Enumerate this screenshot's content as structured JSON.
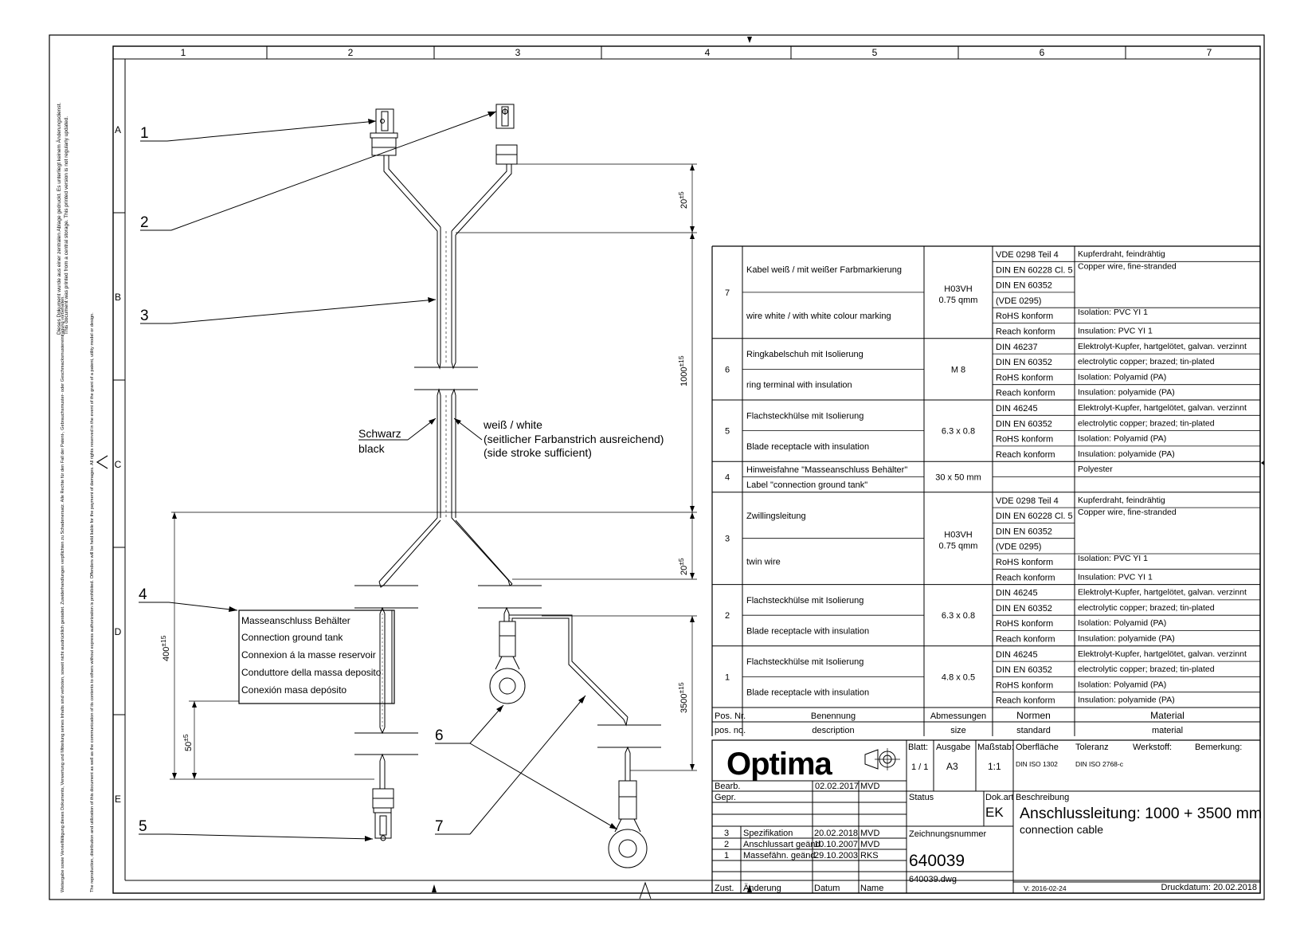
{
  "grid": {
    "columns": [
      "1",
      "2",
      "3",
      "4",
      "5",
      "6",
      "7"
    ],
    "rows": [
      "A",
      "B",
      "C",
      "D",
      "E"
    ]
  },
  "side_note": {
    "de_1": "Dieses Dokument wurde aus einer zentralen Ablage gedruckt. Es unterliegt keinem Änderungsdienst.",
    "en_1": "This document was printed from a central storage. This printed version is not regularly updated.",
    "de_2": "Weitergabe sowie Vervielfältigung dieses Dokuments, Verwertung und Mitteilung seines Inhalts sind verboten, soweit nicht ausdrücklich gestattet. Zuwiderhandlungen verpflichten zu Schadenersatz. Alle Rechte für den Fall der Patent-, Gebrauchsmuster- oder Geschmacksmustereintragung vorbehalten.",
    "en_2": "The reproduction, distribution and utilization of this document as well as the communication of its contents to others without express authorization is prohibited. Offenders will be held liable for the payment of damages. All rights reserved in the event of the grant of a patent, utility model or design."
  },
  "drawing": {
    "callouts": [
      "1",
      "2",
      "3",
      "4",
      "5",
      "6",
      "7"
    ],
    "dims": {
      "d1_main": "20",
      "d1_tol": "±5",
      "d2_main": "1000",
      "d2_tol": "±15",
      "d3_main": "20",
      "d3_tol": "±5",
      "d4_main": "400",
      "d4_tol": "±15",
      "d5_main": "50",
      "d5_tol": "±5",
      "d6_main": "3500",
      "d6_tol": "±15"
    },
    "black_de": "Schwarz",
    "black_en": "black",
    "white_1": "weiß / white",
    "white_2": "(seitlicher Farbanstrich ausreichend)",
    "white_3": "(side stroke sufficient)",
    "label_lines": [
      "Masseanschluss Behälter",
      "Connection ground tank",
      "Connexion á la masse reservoir",
      "Conduttore della massa deposito",
      "Conexión masa depósito"
    ]
  },
  "bom": [
    {
      "pos": "7",
      "desc_de": "Kabel weiß / mit weißer Farbmarkierung",
      "desc_en": "wire white / with white colour marking",
      "size": "H03VH 0.75 qmm",
      "norms": [
        "VDE 0298 Teil 4",
        "DIN EN 60228 Cl. 5",
        "DIN EN 60352",
        "(VDE 0295)",
        "RoHS konform",
        "Reach konform"
      ],
      "mats": [
        "Kupferdraht, feindrähtig",
        "Copper wire, fine-stranded",
        "",
        "",
        "Isolation: PVC YI 1",
        "Insulation:  PVC YI 1"
      ]
    },
    {
      "pos": "6",
      "desc_de": "Ringkabelschuh mit Isolierung",
      "desc_en": "ring terminal with insulation",
      "size": "M 8",
      "norms": [
        "DIN 46237",
        "DIN EN 60352",
        "RoHS konform",
        "Reach konform"
      ],
      "mats": [
        "Elektrolyt-Kupfer, hartgelötet, galvan. verzinnt",
        "electrolytic copper; brazed; tin-plated",
        "Isolation: Polyamid (PA)",
        "Insulation: polyamide (PA)"
      ]
    },
    {
      "pos": "5",
      "desc_de": "Flachsteckhülse mit Isolierung",
      "desc_en": "Blade receptacle with insulation",
      "size": "6.3 x 0.8",
      "norms": [
        "DIN 46245",
        "DIN EN 60352",
        "RoHS konform",
        "Reach konform"
      ],
      "mats": [
        "Elektrolyt-Kupfer, hartgelötet, galvan. verzinnt",
        "electrolytic copper; brazed; tin-plated",
        "Isolation: Polyamid (PA)",
        "Insulation: polyamide (PA)"
      ]
    },
    {
      "pos": "4",
      "desc_de": "Hinweisfahne \"Masseanschluss Behälter\"",
      "desc_en": "Label \"connection ground tank\"",
      "size": "30 x 50 mm",
      "norms": [],
      "mats": [
        "Polyester"
      ]
    },
    {
      "pos": "3",
      "desc_de": "Zwillingsleitung",
      "desc_en": "twin wire",
      "size": "H03VH 0.75 qmm",
      "norms": [
        "VDE 0298 Teil 4",
        "DIN EN 60228 Cl. 5",
        "DIN EN 60352",
        "(VDE 0295)",
        "RoHS konform",
        "Reach konform"
      ],
      "mats": [
        "Kupferdraht, feindrähtig",
        "Copper wire, fine-stranded",
        "",
        "",
        "Isolation: PVC YI 1",
        "Insulation:  PVC YI 1"
      ]
    },
    {
      "pos": "2",
      "desc_de": "Flachsteckhülse mit Isolierung",
      "desc_en": "Blade receptacle with insulation",
      "size": "6.3 x 0.8",
      "norms": [
        "DIN 46245",
        "DIN EN 60352",
        "RoHS konform",
        "Reach konform"
      ],
      "mats": [
        "Elektrolyt-Kupfer, hartgelötet, galvan. verzinnt",
        "electrolytic copper; brazed; tin-plated",
        "Isolation: Polyamid (PA)",
        "Insulation: polyamide (PA)"
      ]
    },
    {
      "pos": "1",
      "desc_de": "Flachsteckhülse mit Isolierung",
      "desc_en": "Blade receptacle with insulation",
      "size": "4.8 x 0.5",
      "norms": [
        "DIN 46245",
        "DIN EN 60352",
        "RoHS konform",
        "Reach konform"
      ],
      "mats": [
        "Elektrolyt-Kupfer, hartgelötet, galvan. verzinnt",
        "electrolytic copper; brazed; tin-plated",
        "Isolation: Polyamid (PA)",
        "Insulation: polyamide (PA)"
      ]
    }
  ],
  "bom_header": {
    "pos_de": "Pos. Nr.",
    "pos_en": "pos. no.",
    "desc_de": "Benennung",
    "desc_en": "description",
    "size_de": "Abmessungen",
    "size_en": "size",
    "norm_de": "Normen",
    "norm_en": "standard",
    "mat_de": "Material",
    "mat_en": "material"
  },
  "title_block": {
    "logo": "Optima",
    "blatt_l": "Blatt:",
    "blatt": "1 / 1",
    "ausgabe_l": "Ausgabe",
    "ausgabe": "A3",
    "massstab_l": "Maßstab:",
    "massstab": "1:1",
    "oberflaeche_l": "Oberfläche",
    "oberflaeche": "DIN ISO 1302",
    "toleranz_l": "Toleranz",
    "toleranz": "DIN ISO 2768-c",
    "werkstoff_l": "Werkstoff:",
    "bemerkung_l": "Bemerkung:",
    "bearb_l": "Bearb.",
    "bearb_date": "02.02.2017",
    "bearb_by": "MVD",
    "gepr_l": "Gepr.",
    "status_l": "Status",
    "dokart_l": "Dok.art",
    "dokart": "EK",
    "beschreibung_l": "Beschreibung",
    "title": "Anschlussleitung: 1000 + 3500 mm",
    "subtitle": "connection cable",
    "revisions": [
      {
        "n": "3",
        "text": "Spezifikation",
        "date": "20.02.2018",
        "by": "MVD"
      },
      {
        "n": "2",
        "text": "Anschlussart geänd.",
        "date": "10.10.2007",
        "by": "MVD"
      },
      {
        "n": "1",
        "text": "Massefähn. geänd.",
        "date": "29.10.2003",
        "by": "RKS"
      }
    ],
    "zust_l": "Zust.",
    "aenderung_l": "Änderung",
    "datum_l": "Datum",
    "name_l": "Name",
    "zeichnungsnummer_l": "Zeichnungsnummer",
    "zeichnungsnummer": "640039",
    "file": "640039.dwg",
    "version": "V: 2016-02-24",
    "druckdatum": "Druckdatum: 20.02.2018"
  }
}
